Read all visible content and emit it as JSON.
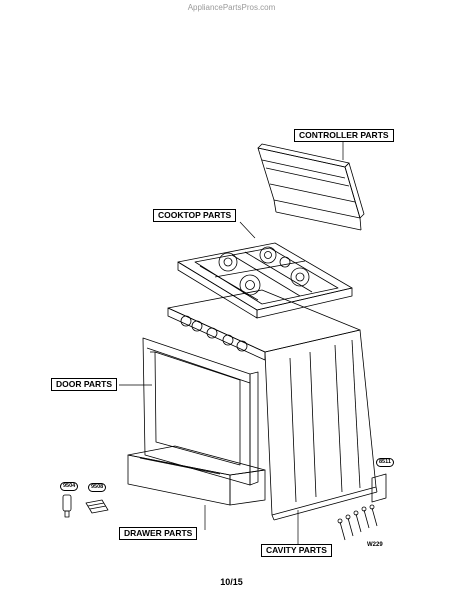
{
  "watermark": "AppliancePartsPros.com",
  "callouts": {
    "controller": "CONTROLLER PARTS",
    "cooktop": "COOKTOP PARTS",
    "door": "DOOR PARTS",
    "drawer": "DRAWER PARTS",
    "cavity": "CAVITY PARTS"
  },
  "part_tags": {
    "p9504": "9504",
    "p9508": "9508",
    "p8511": "8511",
    "w229": "W229"
  },
  "page_number": "10/15"
}
